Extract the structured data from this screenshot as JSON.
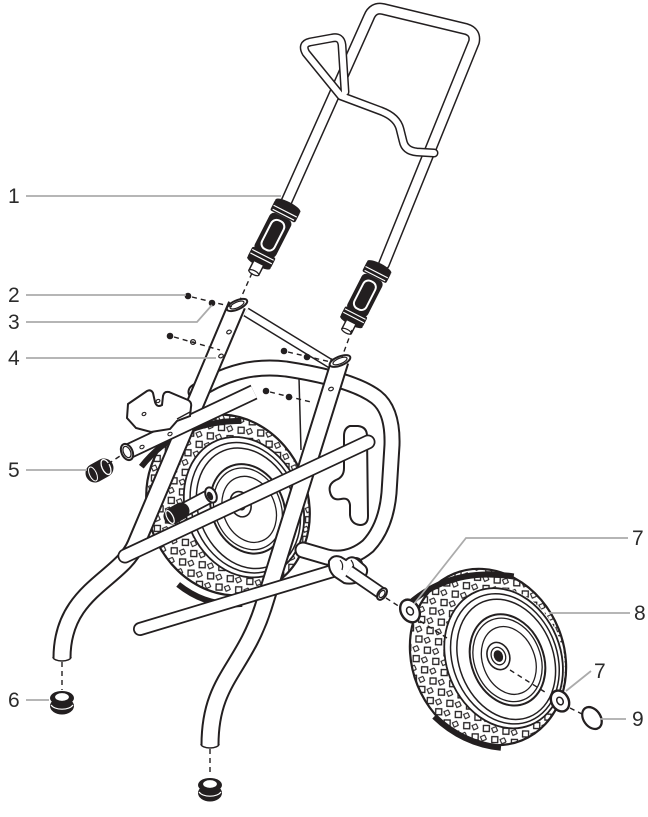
{
  "diagram": {
    "type": "exploded-parts-diagram",
    "subject": "cart-frame-and-wheel-assembly",
    "callouts": [
      {
        "id": "1",
        "number": "1"
      },
      {
        "id": "2",
        "number": "2"
      },
      {
        "id": "3",
        "number": "3"
      },
      {
        "id": "4",
        "number": "4"
      },
      {
        "id": "5",
        "number": "5"
      },
      {
        "id": "6",
        "number": "6"
      },
      {
        "id": "7-upper",
        "number": "7"
      },
      {
        "id": "8",
        "number": "8"
      },
      {
        "id": "7-lower",
        "number": "7"
      },
      {
        "id": "9",
        "number": "9"
      }
    ]
  },
  "colors": {
    "line": "#231f20",
    "leader": "#ababab",
    "label": "#2b2b2b",
    "bg": "#ffffff"
  }
}
